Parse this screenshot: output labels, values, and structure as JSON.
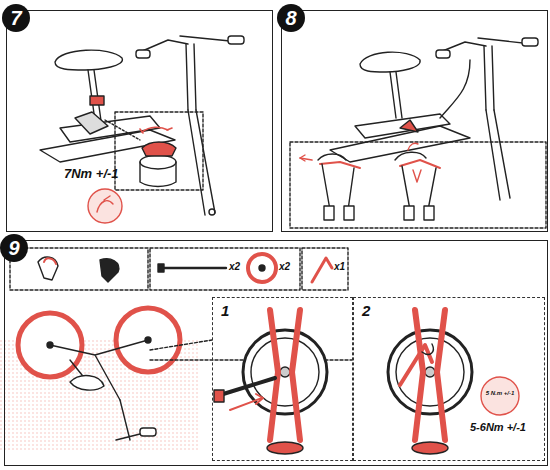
{
  "diagram": {
    "nodes": [
      {
        "text": [
          "7"
        ]
      },
      {
        "text": [
          "8"
        ]
      },
      {
        "text": [
          "9"
        ]
      },
      {
        "text": [
          "1"
        ],
        "in": 2
      },
      {
        "text": [
          "2"
        ],
        "in": 2
      }
    ],
    "labels": [
      "7Nm +/-1",
      "x2",
      "x2",
      "x1",
      "5 N.m +/-1",
      "5-6Nm +/-1"
    ]
  }
}
